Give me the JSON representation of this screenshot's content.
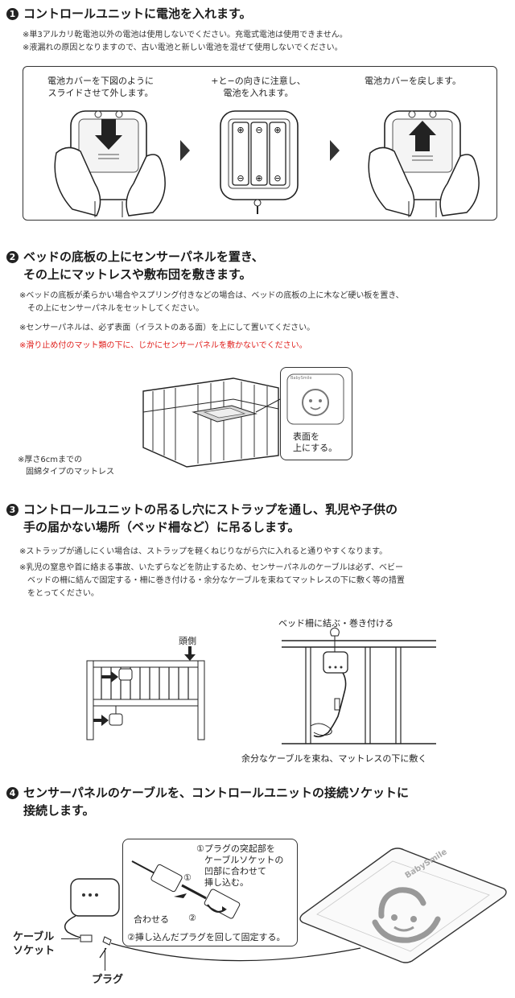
{
  "step1": {
    "number": "1",
    "title": "コントロールユニットに電池を入れます。",
    "notes": [
      "※単3アルカリ乾電池以外の電池は使用しないでください。充電式電池は使用できません。",
      "※液漏れの原因となりますので、古い電池と新しい電池を混ぜて使用しないでください。"
    ],
    "captions": [
      [
        "電池カバーを下図のように",
        "スライドさせて外します。"
      ],
      [
        "+と−の向きに注意し、",
        "電池を入れます。"
      ],
      [
        "電池カバーを戻します。"
      ]
    ]
  },
  "step2": {
    "number": "2",
    "title_lines": [
      "ベッドの底板の上にセンサーパネルを置き、",
      "その上にマットレスや敷布団を敷きます。"
    ],
    "notes": [
      "※ベッドの底板が柔らかい場合やスプリング付きなどの場合は、ベッドの底板の上に木など硬い板を置き、",
      "　その上にセンサーパネルをセットしてください。",
      "※センサーパネルは、必ず表面（イラストのある面）を上にして置いてください。"
    ],
    "warning": "※滑り止め付のマット類の下に、じかにセンサーパネルを敷かないでください。",
    "mattress_note": [
      "※厚さ6cmまでの",
      "　固綿タイプのマットレス"
    ],
    "panel_label": [
      "表面を",
      "上にする。"
    ],
    "panel_brand": "BabySmile"
  },
  "step3": {
    "number": "3",
    "title_lines": [
      "コントロールユニットの吊るし穴にストラップを通し、乳児や子供の",
      "手の届かない場所（ベッド柵など）に吊るします。"
    ],
    "notes": [
      "※ストラップが通しにくい場合は、ストラップを軽くねじりながら穴に入れると通りやすくなります。",
      "※乳児の窒息や首に絡まる事故、いたずらなどを防止するため、センサーパネルのケーブルは必ず、ベビー",
      "　ベッドの柵に結んで固定する・柵に巻き付ける・余分なケーブルを束ねてマットレスの下に敷く等の措置",
      "　をとってください。"
    ],
    "head_label": "頭側",
    "tie_label": "ベッド柵に結ぶ・巻き付ける",
    "bundle_label": "余分なケーブルを束ね、マットレスの下に敷く"
  },
  "step4": {
    "number": "4",
    "title_lines": [
      "センサーパネルのケーブルを、コントロールユニットの接続ソケットに",
      "接続します。"
    ],
    "callout1": [
      "①プラグの突起部を",
      "ケーブルソケットの",
      "凹部に合わせて",
      "挿し込む。"
    ],
    "align_label": "合わせる",
    "marker1": "①",
    "marker2": "②",
    "callout2": "②挿し込んだプラグを回して固定する。",
    "socket_label": [
      "ケーブル",
      "ソケット"
    ],
    "plug_label": "プラグ",
    "panel_brand": "BabySmile"
  }
}
